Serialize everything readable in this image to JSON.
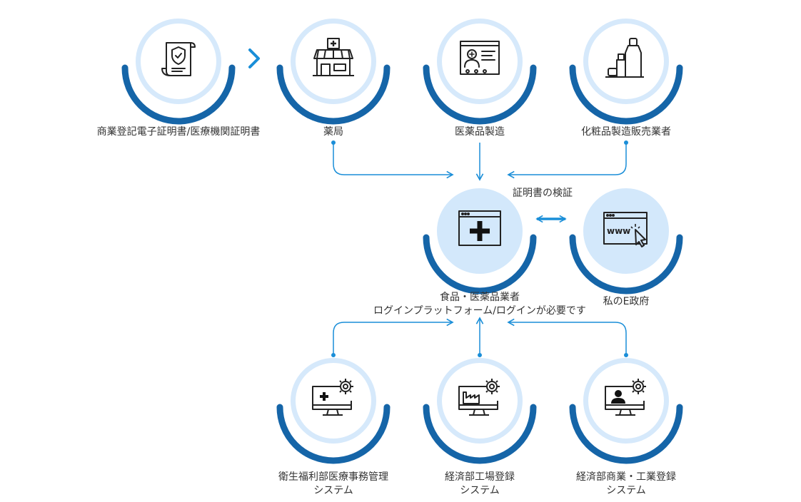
{
  "colors": {
    "accent_blue": "#1a8ed8",
    "ring_dark": "#1565a8",
    "ring_light": "#d6e9fb",
    "icon_stroke": "#222222"
  },
  "top_nodes": [
    {
      "name": "business-certificate",
      "label": "商業登記電子証明書/医療機関証明書",
      "icon": "certificate-icon"
    },
    {
      "name": "pharmacy",
      "label": "薬局",
      "icon": "pharmacy-store-icon"
    },
    {
      "name": "pharma-manufacturing",
      "label": "医薬品製造",
      "icon": "medical-profile-icon"
    },
    {
      "name": "cosmetics-sales",
      "label": "化粧品製造販売業者",
      "icon": "cosmetics-icon"
    }
  ],
  "center": {
    "label_line1": "食品・医薬品業者",
    "label_line2": "ログインプラットフォーム/ログインが必要です",
    "icon": "medical-browser-icon"
  },
  "egov": {
    "label": "私のE政府",
    "icon": "www-browser-icon"
  },
  "verify_caption": "証明書の検証",
  "bottom_nodes": [
    {
      "name": "health-welfare-system",
      "line1": "衛生福利部医療事務管理",
      "line2": "システム",
      "icon": "medical-monitor-settings-icon"
    },
    {
      "name": "factory-registration-system",
      "line1": "経済部工場登録",
      "line2": "システム",
      "icon": "factory-monitor-settings-icon"
    },
    {
      "name": "commerce-registration-system",
      "line1": "経済部商業・工業登録",
      "line2": "システム",
      "icon": "person-monitor-settings-icon"
    }
  ]
}
